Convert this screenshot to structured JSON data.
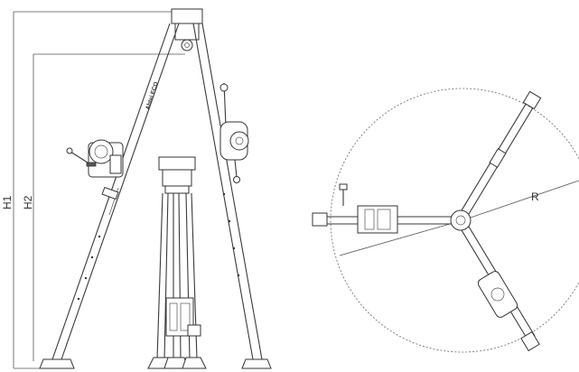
{
  "labels": {
    "h1": "H1",
    "h2": "H2",
    "r": "R",
    "brand": "Abtei ECO"
  }
}
